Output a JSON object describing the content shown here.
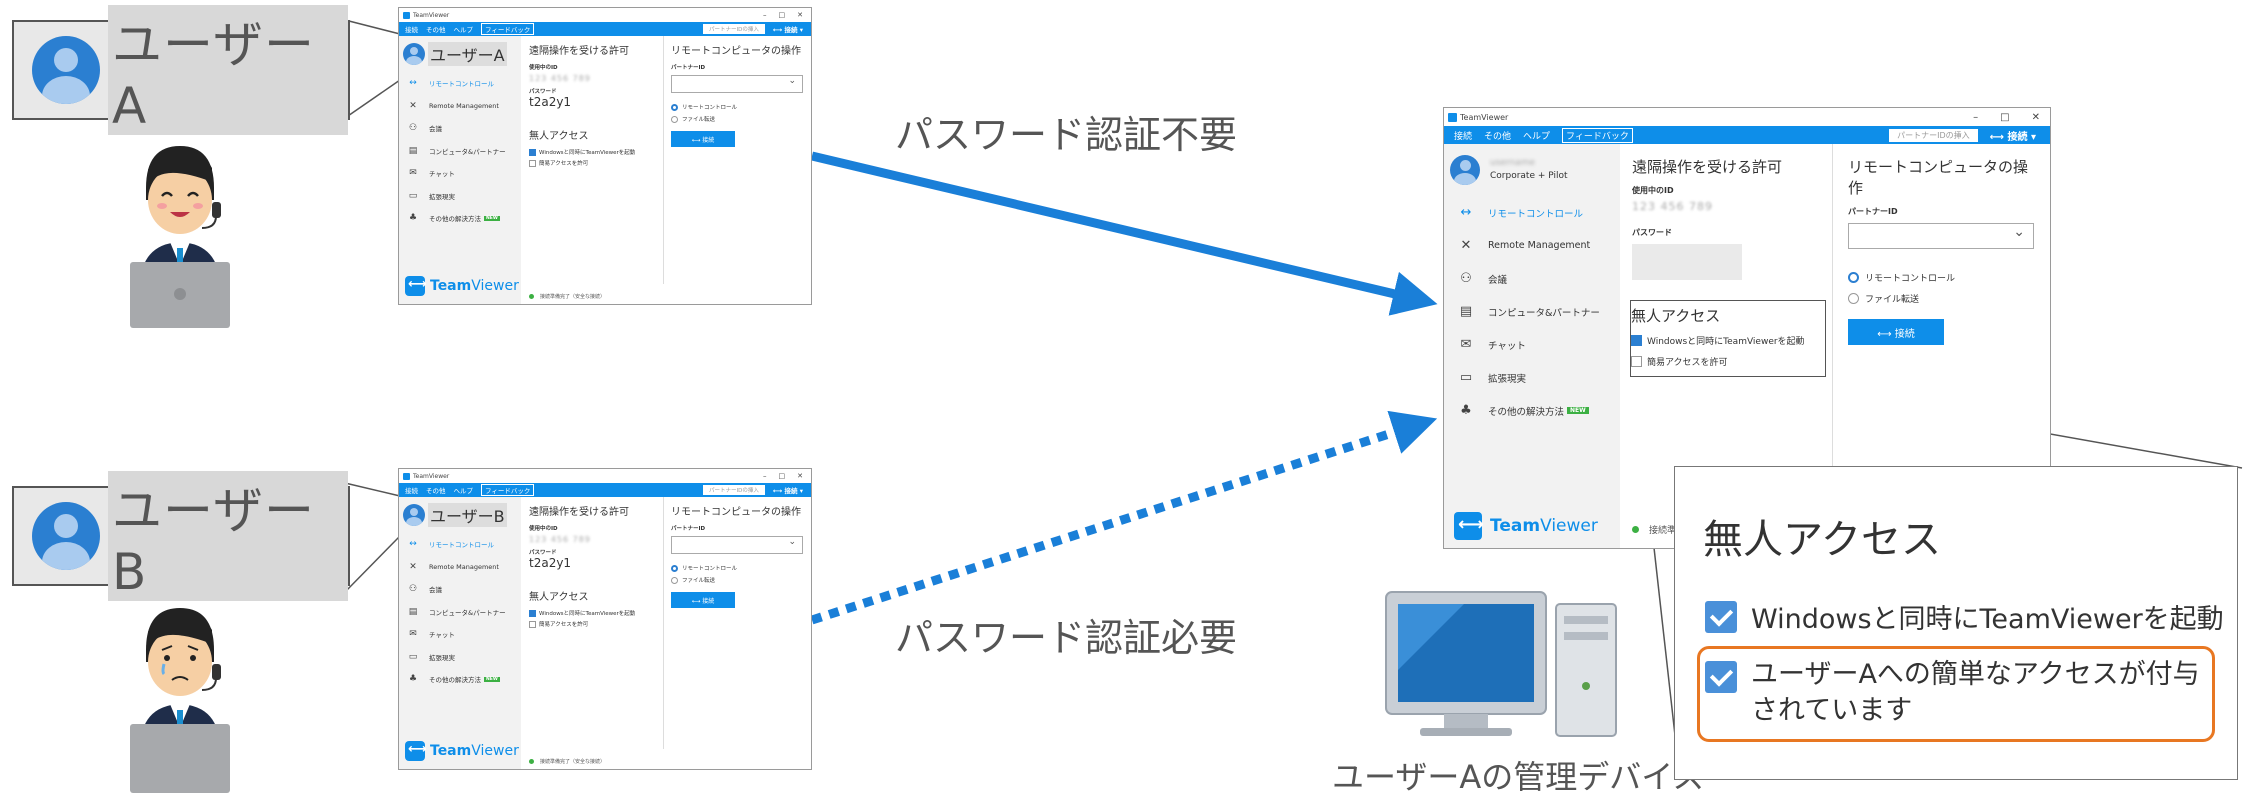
{
  "userA": {
    "name": "ユーザーA"
  },
  "userB": {
    "name": "ユーザーB"
  },
  "arrows": {
    "no_password": "パスワード認証不要",
    "password_required": "パスワード認証必要"
  },
  "device_label": "ユーザーAの管理デバイス",
  "window": {
    "app_title": "TeamViewer",
    "menu": [
      "接続",
      "その他",
      "ヘルプ"
    ],
    "feedback": "フィードバック",
    "partner_id_placeholder": "パートナーIDの挿入",
    "connect_short": "接続",
    "nav": [
      {
        "icon": "↔",
        "label": "リモートコントロール"
      },
      {
        "icon": "✕",
        "label": "Remote Management"
      },
      {
        "icon": "⚇",
        "label": "会議"
      },
      {
        "icon": "▤",
        "label": "コンピュータ&パートナー"
      },
      {
        "icon": "✉",
        "label": "チャット"
      },
      {
        "icon": "▭",
        "label": "拡張現実"
      },
      {
        "icon": "♣",
        "label": "その他の解決方法"
      }
    ],
    "new_badge": "NEW",
    "brand_bold": "Team",
    "brand_light": "Viewer",
    "allow_heading": "遠隔操作を受ける許可",
    "your_id_label": "使用中のID",
    "your_id_value": "123 456 789",
    "password_label": "パスワード",
    "password_value": "t2a2y1",
    "unattended_heading": "無人アクセス",
    "cb_start_with_windows": "Windowsと同時にTeamViewerを起動",
    "cb_easy_access": "簡易アクセスを許可",
    "control_heading": "リモートコンピュータの操作",
    "partner_id_label": "パートナーID",
    "radio_remote": "リモートコントロール",
    "radio_file": "ファイル転送",
    "connect_button": "⟷ 接続",
    "status": "接続準備完了（安全な接続）",
    "status_short": "接続準",
    "large_user_line1": "username",
    "large_user_line2": "Corporate + Pilot"
  },
  "zoom": {
    "title": "無人アクセス",
    "line1": "Windowsと同時にTeamViewerを起動",
    "line2a": "ユーザーAへの簡単なアクセスが付与",
    "line2b": "されています"
  },
  "colors": {
    "accent": "#0e8ee9",
    "highlight": "#e87722",
    "arrow": "#1a7fd8"
  }
}
